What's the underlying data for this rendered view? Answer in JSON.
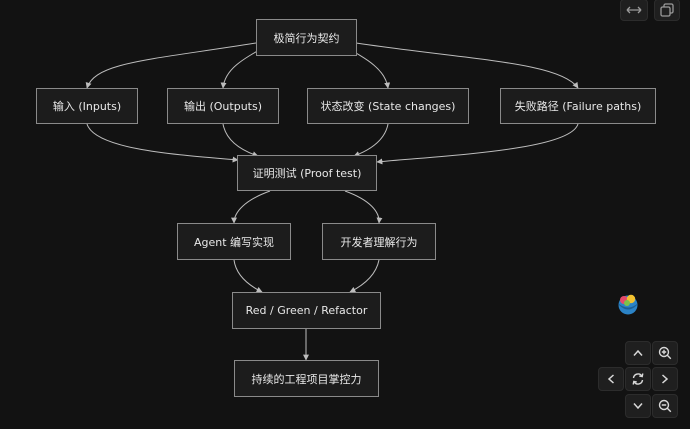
{
  "diagram": {
    "nodes": {
      "root": "极简行为契约",
      "inputs": "输入 (Inputs)",
      "outputs": "输出 (Outputs)",
      "state": "状态改变 (State changes)",
      "failure": "失败路径 (Failure paths)",
      "proof": "证明测试 (Proof test)",
      "agent": "Agent 编写实现",
      "developer": "开发者理解行为",
      "rgr": "Red / Green / Refactor",
      "mastery": "持续的工程项目掌控力"
    },
    "edges": [
      [
        "root",
        "inputs"
      ],
      [
        "root",
        "outputs"
      ],
      [
        "root",
        "state"
      ],
      [
        "root",
        "failure"
      ],
      [
        "inputs",
        "proof"
      ],
      [
        "outputs",
        "proof"
      ],
      [
        "state",
        "proof"
      ],
      [
        "failure",
        "proof"
      ],
      [
        "proof",
        "agent"
      ],
      [
        "proof",
        "developer"
      ],
      [
        "agent",
        "rgr"
      ],
      [
        "developer",
        "rgr"
      ],
      [
        "rgr",
        "mastery"
      ]
    ]
  },
  "toolbar": {
    "icons": [
      "fullscreen-icon",
      "copy-icon"
    ]
  },
  "controls": {
    "icons": [
      "zoom-in-icon",
      "pan-up-icon",
      "pan-left-icon",
      "reset-icon",
      "pan-right-icon",
      "pan-down-icon",
      "zoom-out-icon"
    ]
  }
}
